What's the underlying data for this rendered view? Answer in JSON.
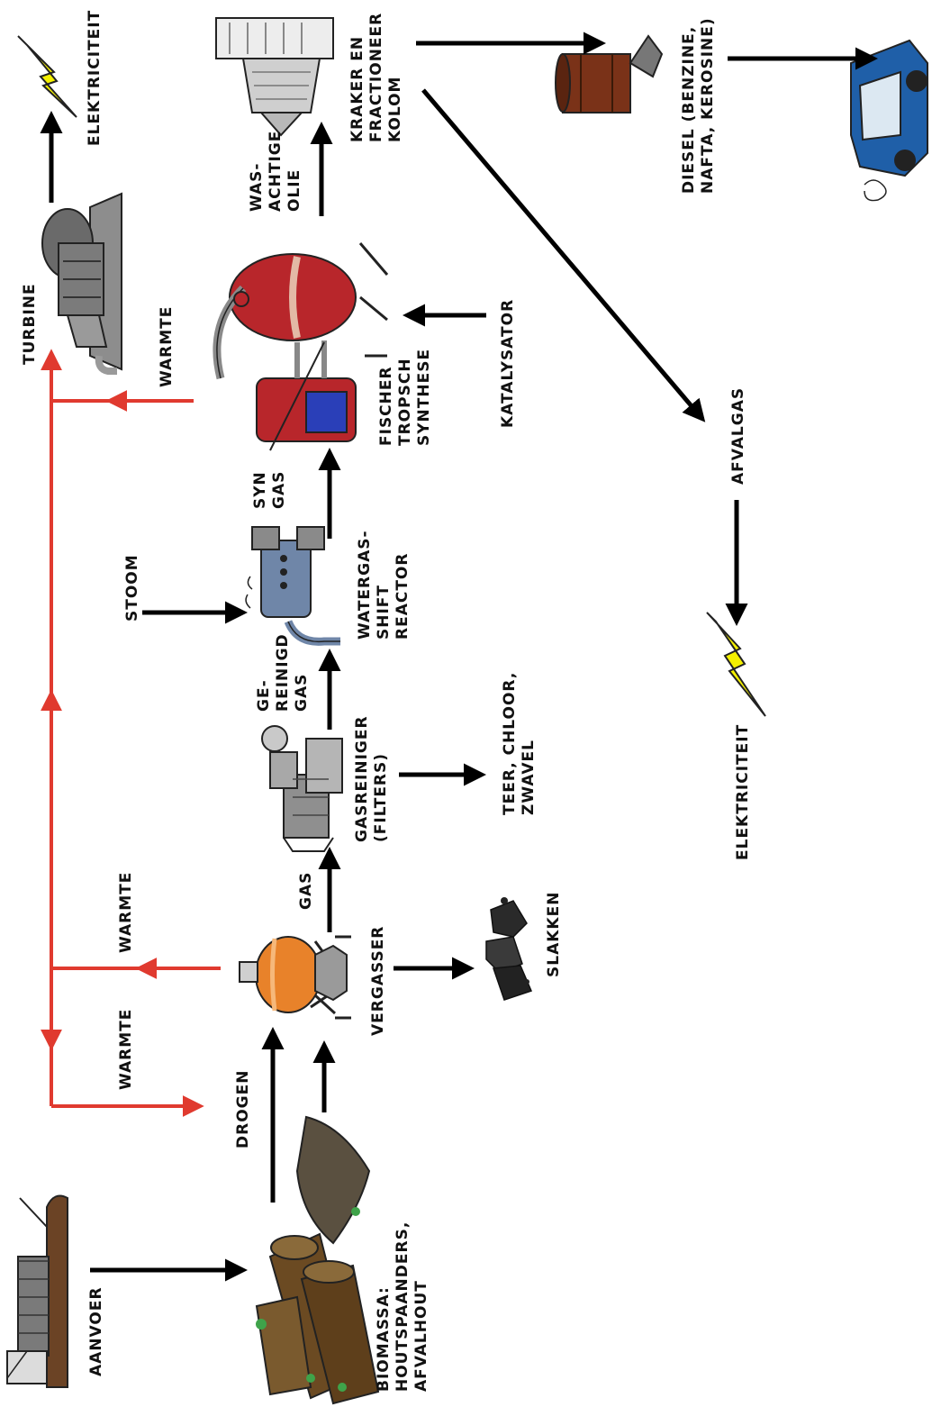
{
  "diagram": {
    "labels": {
      "aanvoer": "AANVOER",
      "biomassa": [
        "BIOMASSA:",
        "HOUTSPAANDERS,",
        "AFVALHOUT"
      ],
      "drogen": "DROGEN",
      "warmte_1": "WARMTE",
      "warmte_2": "WARMTE",
      "warmte_3": "WARMTE",
      "vergasser": "VERGASSER",
      "slakken": "SLAKKEN",
      "gas": "GAS",
      "gasreiniger": [
        "GASREINIGER",
        "(FILTERS)"
      ],
      "teer": [
        "TEER, CHLOOR,",
        "ZWAVEL"
      ],
      "gereinigd": [
        "GE-",
        "REINIGD",
        "GAS"
      ],
      "stoom": "STOOM",
      "watergas": [
        "WATERGAS-",
        "SHIFT",
        "REACTOR"
      ],
      "syngas": [
        "SYN",
        "GAS"
      ],
      "fischer": [
        "FISCHER",
        "TROPSCH",
        "SYNTHESE"
      ],
      "katalysator": "KATALYSATOR",
      "wasachtige": [
        "WAS-",
        "ACHTIGE",
        "OLIE"
      ],
      "kraker": [
        "KRAKER EN",
        "FRACTIONEER",
        "KOLOM"
      ],
      "diesel": [
        "DIESEL (BENZINE,",
        "NAFTA, KEROSINE)"
      ],
      "afvalgas": "AFVALGAS",
      "elektriciteit_1": "ELEKTRICITEIT",
      "elektriciteit_2": "ELEKTRICITEIT",
      "turbine": "TURBINE"
    },
    "colors": {
      "arrow": "#000000",
      "heat": "#e03a2f",
      "lightning": "#f4f000",
      "vergasser_tank": "#e8822a",
      "fischer_tank": "#b8262b",
      "fischer_panel": "#2a3fb8",
      "reactor": "#6f86a8",
      "barrel": "#7a3218",
      "car": "#1f5fa8",
      "wood": "#6b4a22",
      "machine": "#9a9a9a"
    }
  }
}
